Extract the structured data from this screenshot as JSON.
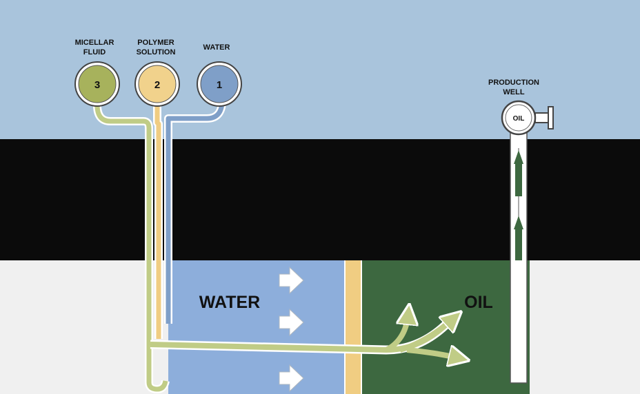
{
  "tanks": [
    {
      "number": "3",
      "label_lines": [
        "MICELLAR",
        "FLUID"
      ],
      "color": "#a7b25c"
    },
    {
      "number": "2",
      "label_lines": [
        "POLYMER",
        "SOLUTION"
      ],
      "color": "#f1d28c"
    },
    {
      "number": "1",
      "label_lines": [
        "WATER"
      ],
      "color": "#7f9fc8"
    }
  ],
  "production_well": {
    "label_lines": [
      "PRODUCTION",
      "WELL"
    ],
    "gauge_label": "OIL"
  },
  "zones": {
    "water_label": "WATER",
    "oil_label": "OIL"
  },
  "colors": {
    "sky": "#a9c4dc",
    "overburden": "#0b0b0b",
    "ground": "#f0f0f0",
    "water_zone": "#8daedb",
    "oil_zone": "#3d6840",
    "polymer_band": "#f0cd82",
    "micellar_pipe": "#c0cc86",
    "water_text": "#2b4f7e",
    "oil_text": "#22bb2a"
  }
}
